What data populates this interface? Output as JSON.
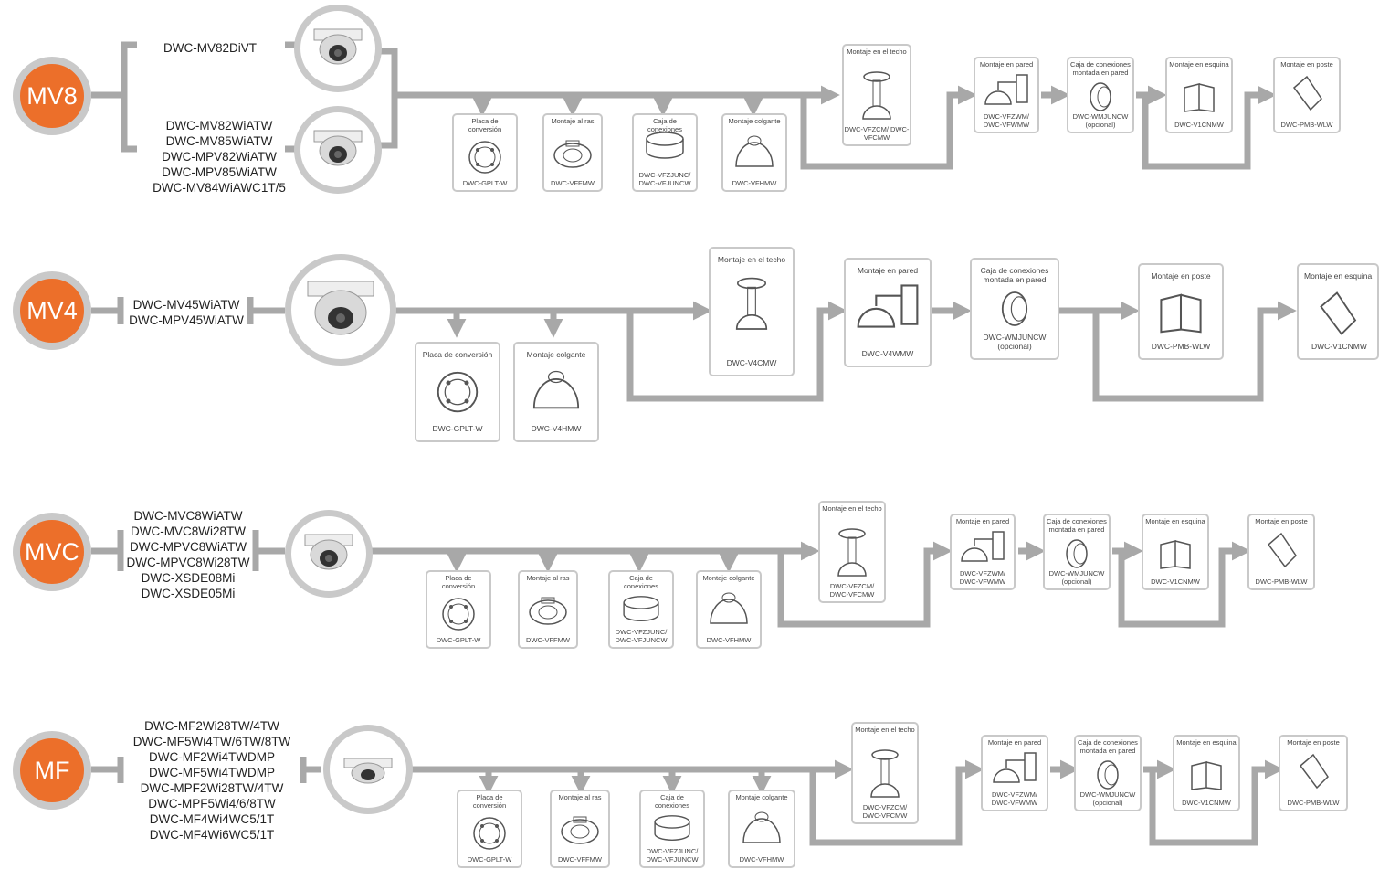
{
  "rows": [
    {
      "id": "MV8",
      "badge": "MV8",
      "model_groups": [
        [
          "DWC-MV82DiVT"
        ],
        [
          "DWC-MV82WiATW",
          "DWC-MV85WiATW",
          "DWC-MPV82WiATW",
          "DWC-MPV85WiATW",
          "DWC-MV84WiAWC1T/5"
        ]
      ],
      "branch_mounts": [
        {
          "title": "Placa de conversión",
          "code": "DWC-GPLT-W"
        },
        {
          "title": "Montaje al ras",
          "code": "DWC-VFFMW"
        },
        {
          "title": "Caja de conexiones",
          "code": "DWC-VFZJUNC/ DWC-VFJUNCW"
        },
        {
          "title": "Montaje colgante",
          "code": "DWC-VFHMW"
        }
      ],
      "chain_mounts": [
        {
          "title": "Montaje en el techo",
          "code": "DWC-VFZCM/ DWC-VFCMW"
        },
        {
          "title": "Montaje en pared",
          "code": "DWC-VFZWM/ DWC-VFWMW"
        },
        {
          "title": "Caja de conexiones montada en pared",
          "code": "DWC-WMJUNCW (opcional)"
        },
        {
          "title": "Montaje en esquina",
          "code": "DWC-V1CNMW"
        },
        {
          "title": "Montaje en poste",
          "code": "DWC-PMB-WLW"
        }
      ]
    },
    {
      "id": "MV4",
      "badge": "MV4",
      "model_groups": [
        [
          "DWC-MV45WiATW",
          "DWC-MPV45WiATW"
        ]
      ],
      "branch_mounts": [
        {
          "title": "Placa de conversión",
          "code": "DWC-GPLT-W"
        },
        {
          "title": "Montaje colgante",
          "code": "DWC-V4HMW"
        }
      ],
      "chain_mounts": [
        {
          "title": "Montaje en el techo",
          "code": "DWC-V4CMW"
        },
        {
          "title": "Montaje en pared",
          "code": "DWC-V4WMW"
        },
        {
          "title": "Caja de conexiones montada en pared",
          "code": "DWC-WMJUNCW (opcional)"
        },
        {
          "title": "Montaje en poste",
          "code": "DWC-PMB-WLW"
        },
        {
          "title": "Montaje en esquina",
          "code": "DWC-V1CNMW"
        }
      ]
    },
    {
      "id": "MVC",
      "badge": "MVC",
      "model_groups": [
        [
          "DWC-MVC8WiATW",
          "DWC-MVC8Wi28TW",
          "DWC-MPVC8WiATW",
          "DWC-MPVC8Wi28TW",
          "DWC-XSDE08Mi",
          "DWC-XSDE05Mi"
        ]
      ],
      "branch_mounts": [
        {
          "title": "Placa de conversión",
          "code": "DWC-GPLT-W"
        },
        {
          "title": "Montaje al ras",
          "code": "DWC-VFFMW"
        },
        {
          "title": "Caja de conexiones",
          "code": "DWC-VFZJUNC/ DWC-VFJUNCW"
        },
        {
          "title": "Montaje colgante",
          "code": "DWC-VFHMW"
        }
      ],
      "chain_mounts": [
        {
          "title": "Montaje en el techo",
          "code": "DWC-VFZCM/ DWC-VFCMW"
        },
        {
          "title": "Montaje en pared",
          "code": "DWC-VFZWM/ DWC-VFWMW"
        },
        {
          "title": "Caja de conexiones montada en pared",
          "code": "DWC-WMJUNCW (opcional)"
        },
        {
          "title": "Montaje en esquina",
          "code": "DWC-V1CNMW"
        },
        {
          "title": "Montaje en poste",
          "code": "DWC-PMB-WLW"
        }
      ]
    },
    {
      "id": "MF",
      "badge": "MF",
      "model_groups": [
        [
          "DWC-MF2Wi28TW/4TW",
          "DWC-MF5Wi4TW/6TW/8TW",
          "DWC-MF2Wi4TWDMP",
          "DWC-MF5Wi4TWDMP",
          "DWC-MPF2Wi28TW/4TW",
          "DWC-MPF5Wi4/6/8TW",
          "DWC-MF4Wi4WC5/1T",
          "DWC-MF4Wi6WC5/1T"
        ]
      ],
      "branch_mounts": [
        {
          "title": "Placa de conversión",
          "code": "DWC-GPLT-W"
        },
        {
          "title": "Montaje al ras",
          "code": "DWC-VFFMW"
        },
        {
          "title": "Caja de conexiones",
          "code": "DWC-VFZJUNC/ DWC-VFJUNCW"
        },
        {
          "title": "Montaje colgante",
          "code": "DWC-VFHMW"
        }
      ],
      "chain_mounts": [
        {
          "title": "Montaje en el techo",
          "code": "DWC-VFZCM/ DWC-VFCMW"
        },
        {
          "title": "Montaje en pared",
          "code": "DWC-VFZWM/ DWC-VFWMW"
        },
        {
          "title": "Caja de conexiones montada en pared",
          "code": "DWC-WMJUNCW (opcional)"
        },
        {
          "title": "Montaje en esquina",
          "code": "DWC-V1CNMW"
        },
        {
          "title": "Montaje en poste",
          "code": "DWC-PMB-WLW"
        }
      ]
    }
  ],
  "colors": {
    "accent": "#ec6f2a",
    "connector": "#a8a8a8",
    "border": "#c9c9c9",
    "text": "#222222"
  }
}
